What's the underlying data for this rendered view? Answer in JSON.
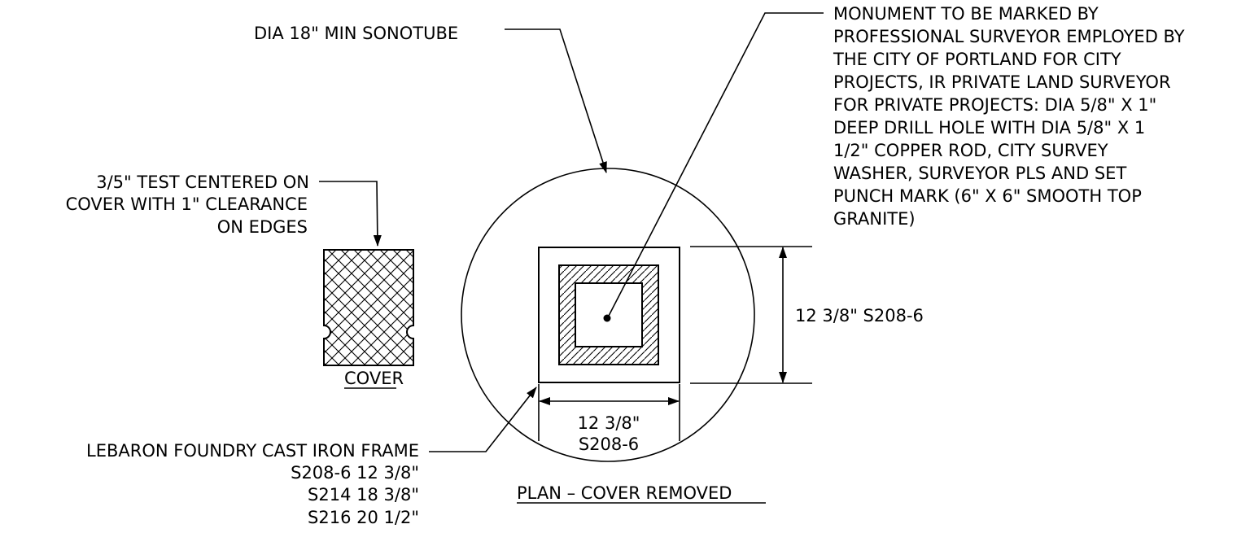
{
  "labels": {
    "sonotube": "DIA 18\" MIN SONOTUBE",
    "monument": [
      "MONUMENT TO BE MARKED BY",
      "PROFESSIONAL SURVEYOR EMPLOYED BY",
      "THE CITY OF PORTLAND FOR CITY",
      "PROJECTS, IR PRIVATE LAND SURVEYOR",
      "FOR PRIVATE PROJECTS: DIA 5/8\" X 1\"",
      "DEEP DRILL HOLE WITH DIA 5/8\" X 1",
      "1/2\" COPPER ROD, CITY  SURVEY",
      "WASHER, SURVEYOR PLS AND SET",
      "PUNCH MARK (6\" X 6\" SMOOTH TOP",
      "GRANITE)"
    ],
    "test": [
      "3/5\" TEST CENTERED ON",
      "COVER WITH 1\"  CLEARANCE",
      "ON EDGES"
    ],
    "cover_title": "COVER",
    "plan_title": "PLAN – COVER REMOVED",
    "vertical_dim": "12 3/8\" S208-6",
    "horizontal_dim": [
      "12 3/8\"",
      "S208-6"
    ],
    "frame": [
      "LEBARON FOUNDRY CAST IRON FRAME",
      "S208-6 12 3/8\"",
      "S214 18 3/8\"",
      "S216 20 1/2\""
    ]
  },
  "colors": {
    "line": "#000000",
    "background": "#ffffff"
  }
}
